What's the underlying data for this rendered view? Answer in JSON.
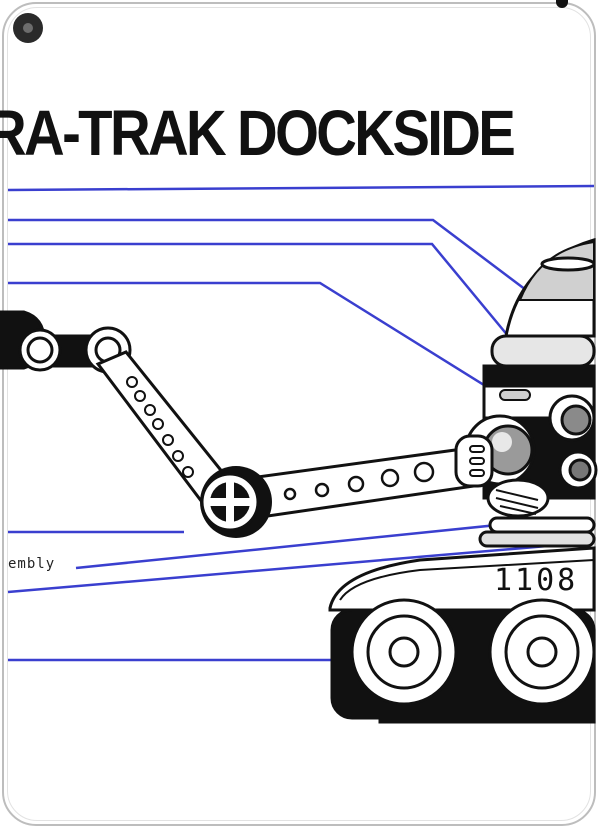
{
  "poster": {
    "title": "RA-TRAK DOCKSIDE L",
    "callouts": [
      {
        "label": "embly"
      }
    ],
    "hull_number": "1108"
  },
  "colors": {
    "leader_line": "#3a3fcf",
    "ink": "#111111",
    "device_frame": "#bdbdbd"
  },
  "icons": [
    "front-camera-icon",
    "crane-arm-illustration",
    "tracked-vehicle-illustration"
  ]
}
